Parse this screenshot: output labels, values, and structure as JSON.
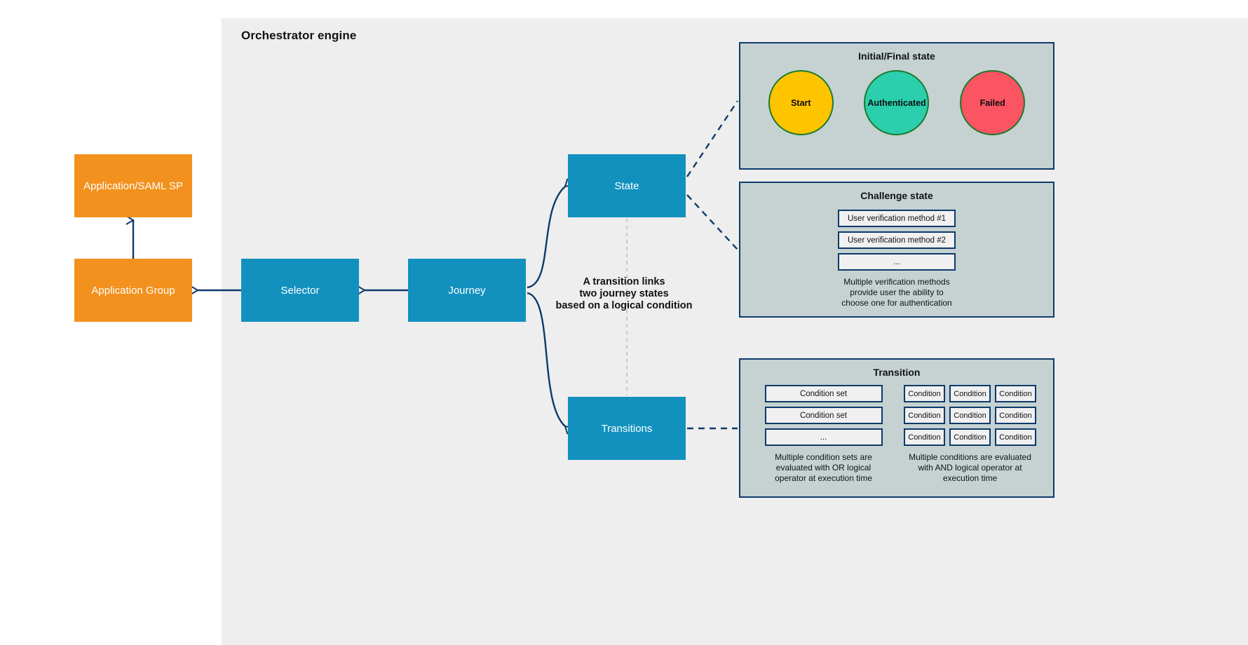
{
  "engine": {
    "title": "Orchestrator engine"
  },
  "nodes": {
    "app_saml": "Application/SAML SP",
    "app_group": "Application Group",
    "selector": "Selector",
    "journey": "Journey",
    "state": "State",
    "transitions": "Transitions"
  },
  "annotation": {
    "line1": "A transition links",
    "line2": "two journey states",
    "line3": "based on a logical condition"
  },
  "initial_final": {
    "title": "Initial/Final state",
    "circles": [
      {
        "label": "Start",
        "color": "#ffc400"
      },
      {
        "label": "Authenticated",
        "color": "#2bcfad"
      },
      {
        "label": "Failed",
        "color": "#fb5463"
      }
    ]
  },
  "challenge": {
    "title": "Challenge state",
    "items": [
      "User verification method #1",
      "User verification method #2",
      "..."
    ],
    "caption_l1": "Multiple verification methods",
    "caption_l2": "provide user the ability to",
    "caption_l3": "choose one for authentication"
  },
  "transition": {
    "title": "Transition",
    "condition_sets": [
      "Condition set",
      "Condition set",
      "..."
    ],
    "conditions_rows": [
      [
        "Condition",
        "Condition",
        "Condition"
      ],
      [
        "Condition",
        "Condition",
        "Condition"
      ],
      [
        "Condition",
        "Condition",
        "Condition"
      ]
    ],
    "caption_left_l1": "Multiple condition sets are",
    "caption_left_l2": "evaluated with OR logical",
    "caption_left_l3": "operator at execution time",
    "caption_right_l1": "Multiple conditions are evaluated",
    "caption_right_l2": "with AND logical operator at",
    "caption_right_l3": "execution time"
  },
  "colors": {
    "orange": "#f2911d",
    "blue": "#1291bf",
    "panel_bg": "#eeeeee",
    "group_bg": "#c5d2d1",
    "stroke": "#0d3a6b"
  }
}
